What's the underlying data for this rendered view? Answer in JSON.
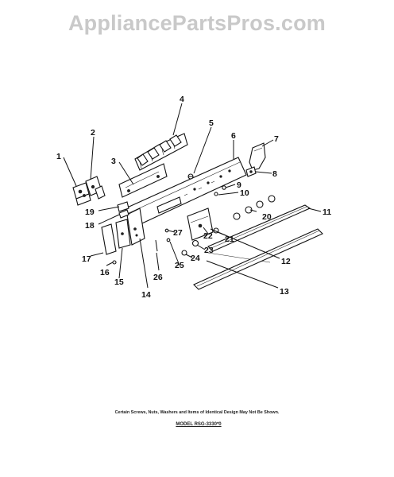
{
  "watermark": "AppliancePartsPros.com",
  "callouts": {
    "c1": "1",
    "c2": "2",
    "c3": "3",
    "c4": "4",
    "c5": "5",
    "c6": "6",
    "c7": "7",
    "c8": "8",
    "c9": "9",
    "c10": "10",
    "c11": "11",
    "c12": "12",
    "c13": "13",
    "c14": "14",
    "c15": "15",
    "c16": "16",
    "c17": "17",
    "c18": "18",
    "c19": "19",
    "c20": "20",
    "c21": "21",
    "c22": "22",
    "c23": "23",
    "c24": "24",
    "c25": "25",
    "c26": "26",
    "c27": "27"
  },
  "footnote": "Certain Screws, Nuts, Washers and Items of Identical Design May Not Be Shown.",
  "model": "MODEL RSG-3330*0"
}
